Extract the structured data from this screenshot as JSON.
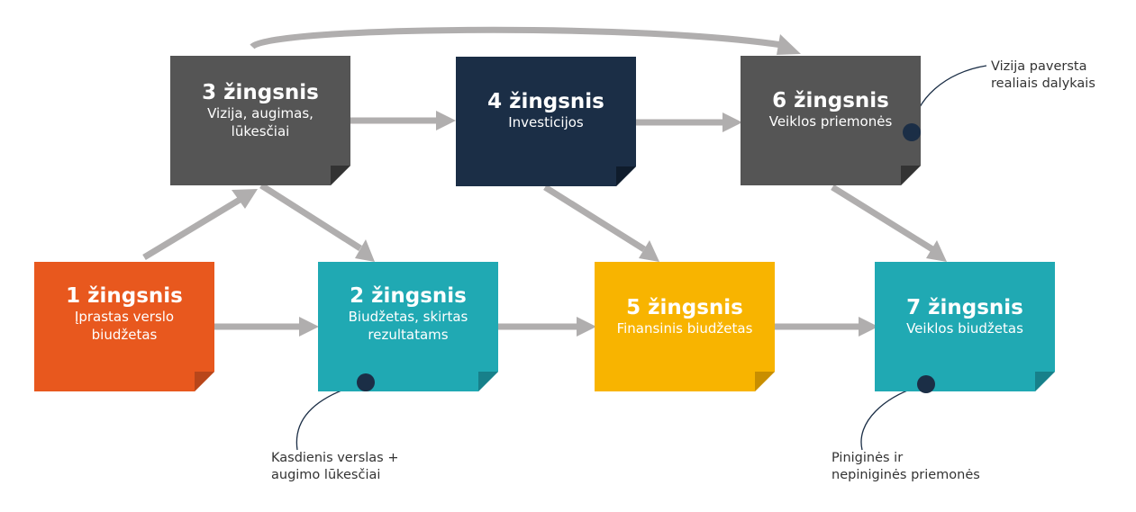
{
  "steps": [
    {
      "id": "1",
      "title": "1 žingsnis",
      "subtitle": "Įprastas verslo\nbiudžetas",
      "color": "#e8581e"
    },
    {
      "id": "2",
      "title": "2 žingsnis",
      "subtitle": "Biudžetas, skirtas\nrezultatams",
      "color": "#20a9b3"
    },
    {
      "id": "3",
      "title": "3 žingsnis",
      "subtitle": "Vizija, augimas,\nlūkesčiai",
      "color": "#555555"
    },
    {
      "id": "4",
      "title": "4 žingsnis",
      "subtitle": "Investicijos",
      "color": "#1b2e46"
    },
    {
      "id": "5",
      "title": "5 žingsnis",
      "subtitle": "Finansinis biudžetas",
      "color": "#f8b400"
    },
    {
      "id": "6",
      "title": "6 žingsnis",
      "subtitle": "Veiklos priemonės",
      "color": "#555555"
    },
    {
      "id": "7",
      "title": "7 žingsnis",
      "subtitle": "Veiklos biudžetas",
      "color": "#20a9b3"
    }
  ],
  "callouts": {
    "c2": "Kasdienis verslas +\naugimo lūkesčiai",
    "c6": "Vizija paversta\nrealiais dalykais",
    "c7": "Piniginės ir\nnepiniginės priemonės"
  },
  "colors": {
    "arrow": "#b0aeae",
    "dot": "#1b2e46",
    "fold_orange": "#b8461a",
    "fold_teal": "#17808a",
    "fold_gold": "#c88e00",
    "fold_gray": "#333333",
    "fold_navy": "#0f1c2c"
  }
}
